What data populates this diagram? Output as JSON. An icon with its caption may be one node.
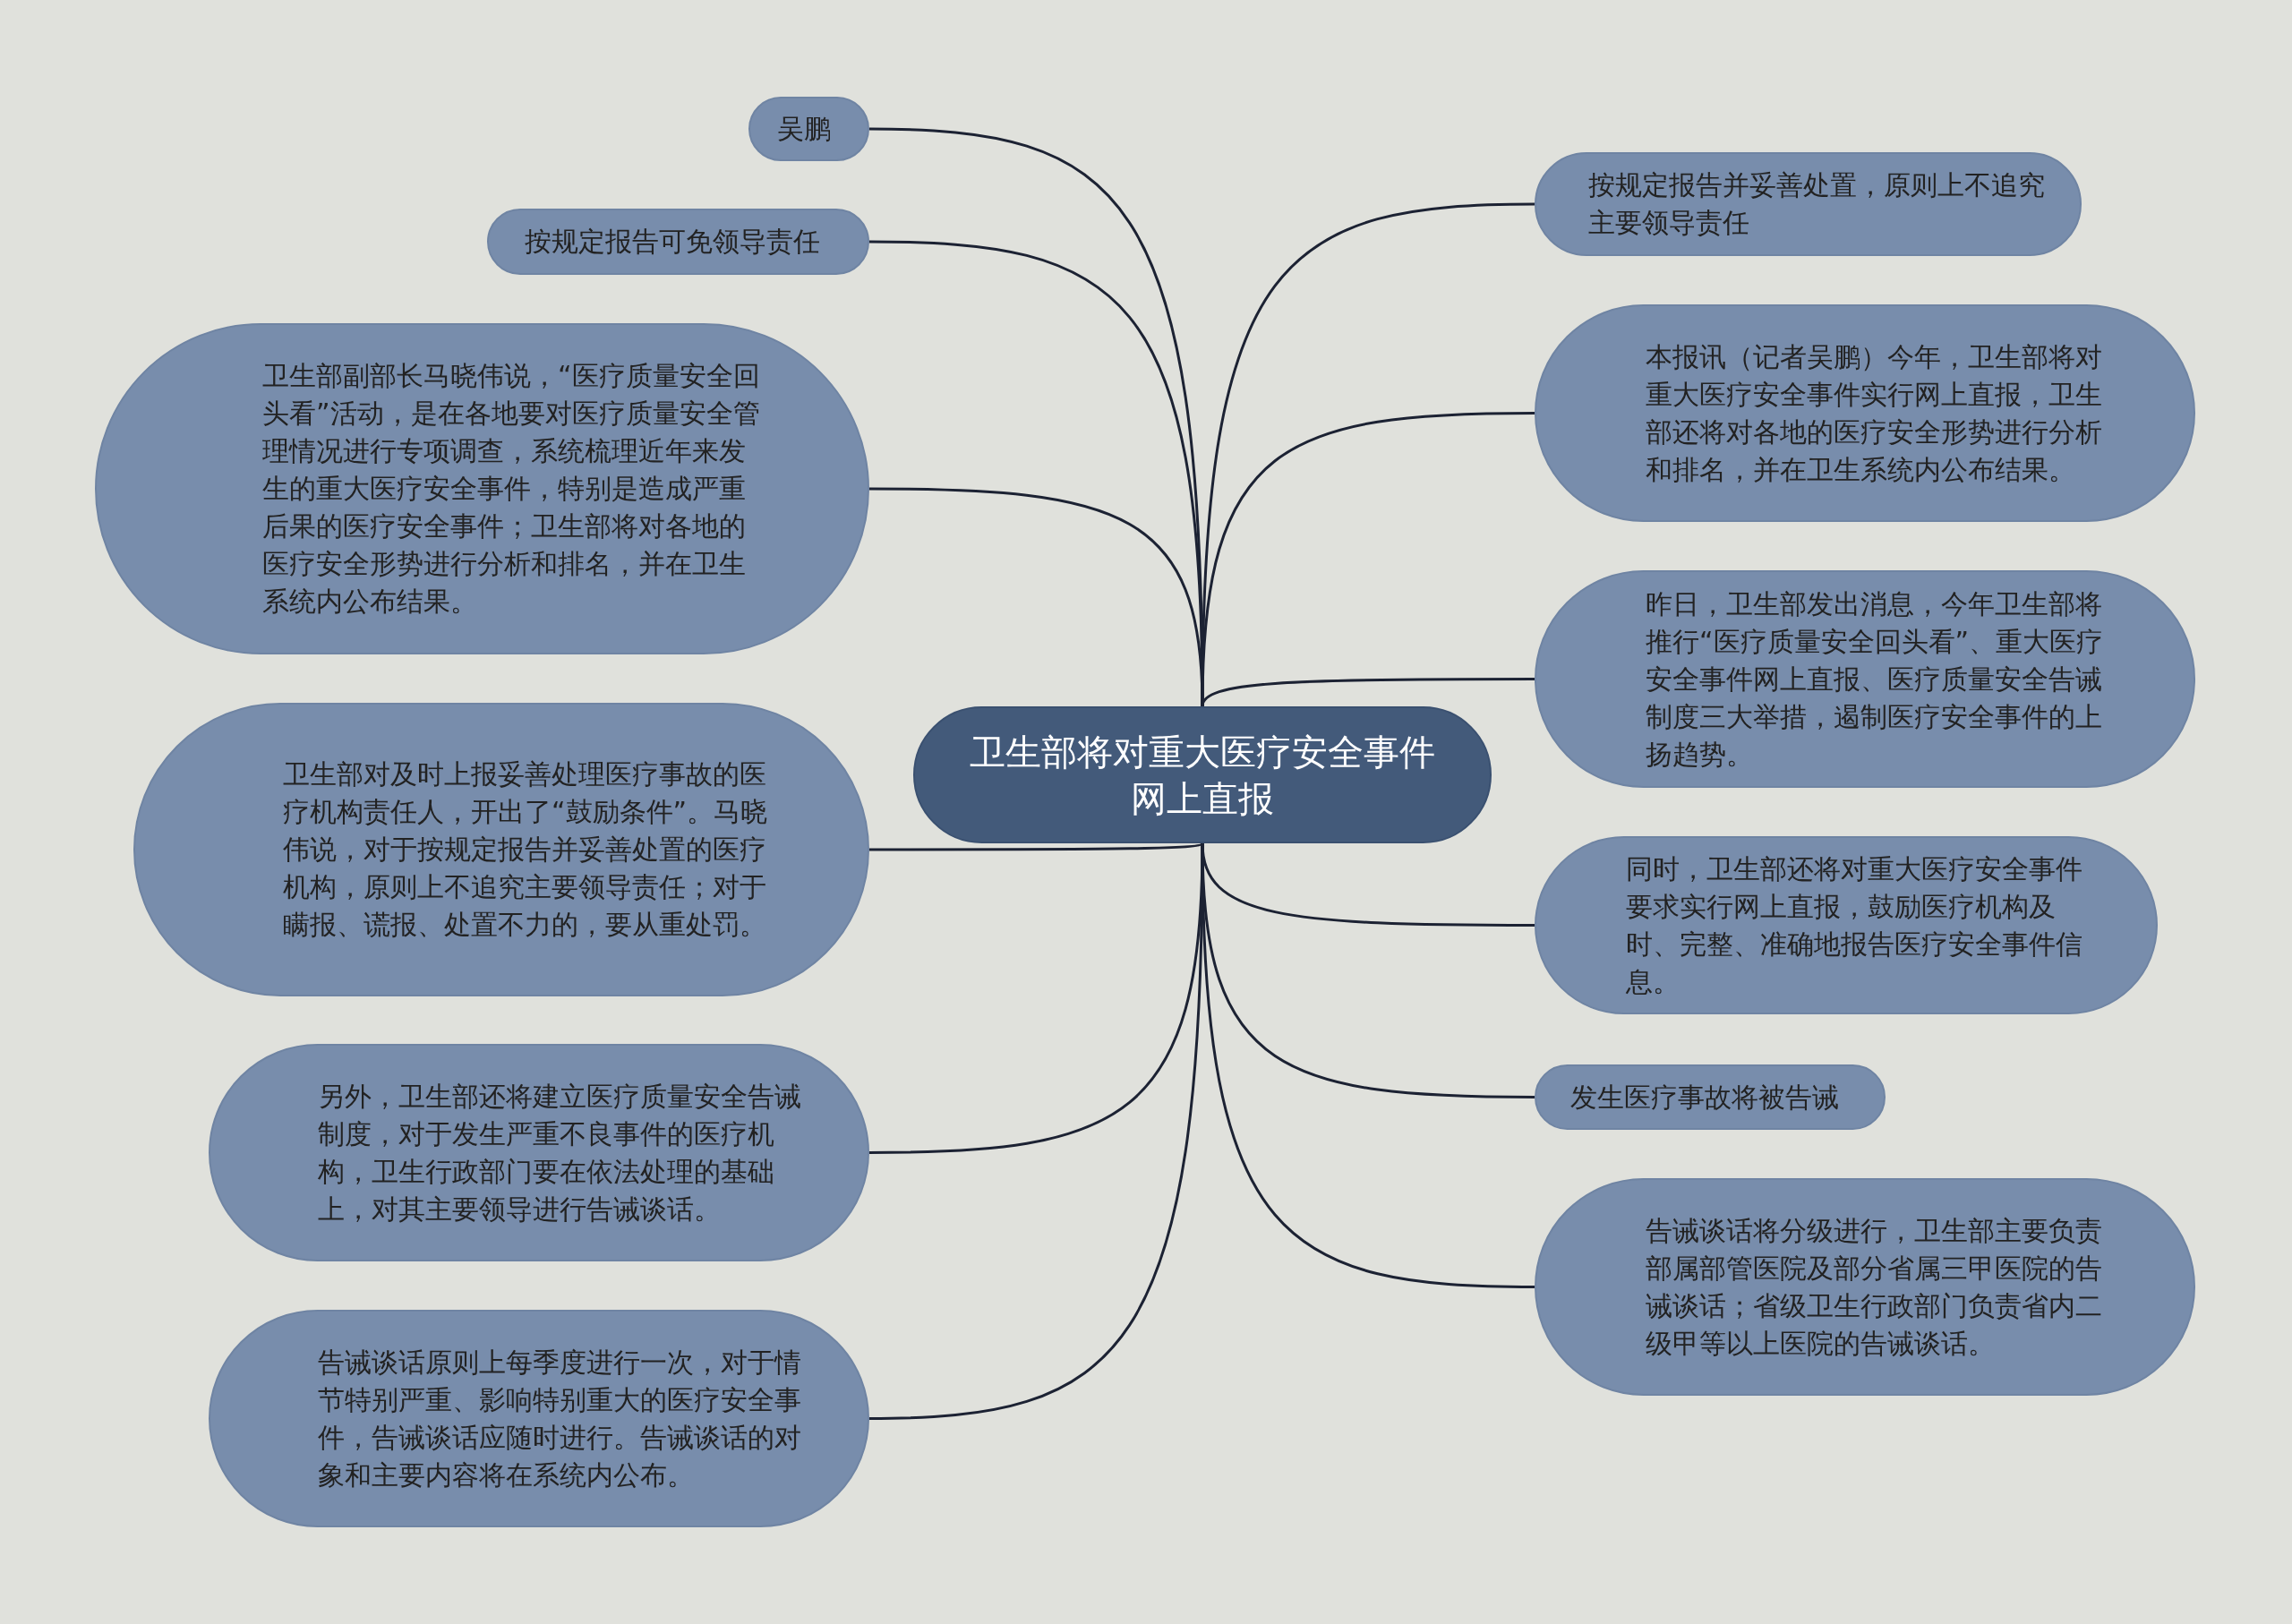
{
  "diagram": {
    "nodes": [
      {
        "text": [
          "卫生部将对重大医疗安全事件网上直报"
        ]
      },
      {
        "text": [
          "吴鹏"
        ]
      },
      {
        "text": [
          "按规定报告可免领导责任"
        ]
      },
      {
        "text": [
          "卫生部副部长马晓伟说，“医疗质量安全回头看”活动，是在各地要对医疗质量安全管理情况进行专项调查，系统梳理近年来发生的重大医疗安全事件，特别是造成严重后果的医疗安全事件；卫生部将对各地的医疗安全形势进行分析和排名，并在卫生系统内公布结果。"
        ]
      },
      {
        "text": [
          "卫生部对及时上报妥善处理医疗事故的医疗机构责任人，开出了“鼓励条件”。马晓伟说，对于按规定报告并妥善处置的医疗机构，原则上不追究主要领导责任；对于瞒报、谎报、处置不力的，要从重处罚。"
        ]
      },
      {
        "text": [
          "另外，卫生部还将建立医疗质量安全告诫制度，对于发生严重不良事件的医疗机构，卫生行政部门要在依法处理的基础上，对其主要领导进行告诫谈话。"
        ]
      },
      {
        "text": [
          "告诫谈话原则上每季度进行一次，对于情节特别严重、影响特别重大的医疗安全事件，告诫谈话应随时进行。告诫谈话的对象和主要内容将在系统内公布。"
        ]
      },
      {
        "text": [
          "按规定报告并妥善处置，原则上不追究主要领导责任"
        ]
      },
      {
        "text": [
          "本报讯（记者吴鹏）今年，卫生部将对重大医疗安全事件实行网上直报，卫生部还将对各地的医疗安全形势进行分析和排名，并在卫生系统内公布结果。"
        ]
      },
      {
        "text": [
          "昨日，卫生部发出消息，今年卫生部将推行“医疗质量安全回头看”、重大医疗安全事件网上直报、医疗质量安全告诫制度三大举措，遏制医疗安全事件的上扬趋势。"
        ]
      },
      {
        "text": [
          "同时，卫生部还将对重大医疗安全事件要求实行网上直报，鼓励医疗机构及时、完整、准确地报告医疗安全事件信息。"
        ]
      },
      {
        "text": [
          "发生医疗事故将被告诫"
        ]
      },
      {
        "text": [
          "告诫谈话将分级进行，卫生部主要负责部属部管医院及部分省属三甲医院的告诫谈话；省级卫生行政部门负责省内二级甲等以上医院的告诫谈话。"
        ]
      }
    ],
    "edges": [
      {
        "from": 0,
        "to": 1,
        "arrow": "none"
      },
      {
        "from": 0,
        "to": 2,
        "arrow": "none"
      },
      {
        "from": 0,
        "to": 3,
        "arrow": "none"
      },
      {
        "from": 0,
        "to": 4,
        "arrow": "none"
      },
      {
        "from": 0,
        "to": 5,
        "arrow": "none"
      },
      {
        "from": 0,
        "to": 6,
        "arrow": "none"
      },
      {
        "from": 0,
        "to": 7,
        "arrow": "none"
      },
      {
        "from": 0,
        "to": 8,
        "arrow": "none"
      },
      {
        "from": 0,
        "to": 9,
        "arrow": "none"
      },
      {
        "from": 0,
        "to": 10,
        "arrow": "none"
      },
      {
        "from": 0,
        "to": 11,
        "arrow": "none"
      },
      {
        "from": 0,
        "to": 12,
        "arrow": "none"
      }
    ]
  }
}
